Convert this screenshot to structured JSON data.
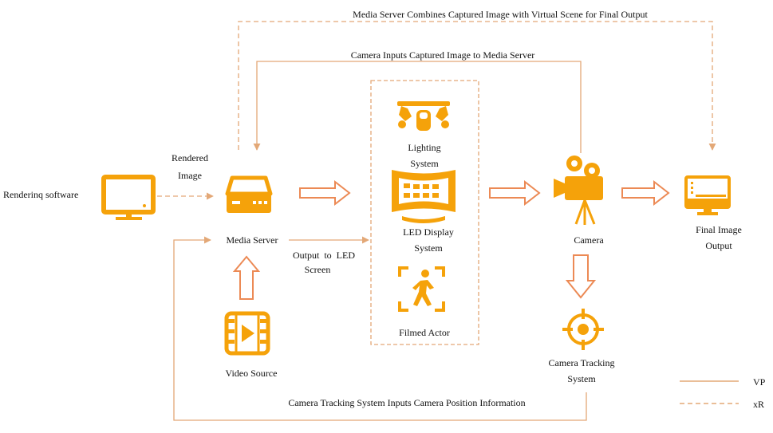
{
  "nodes": {
    "rendering_software": "Renderinq software",
    "rendered_image": [
      "Rendered",
      "Image"
    ],
    "media_server": "Media Server",
    "output_to_led": [
      "Output  to  LED",
      "Screen"
    ],
    "video_source": "Video Source",
    "lighting_system": [
      "Lighting",
      "System"
    ],
    "led_display_system": [
      "LED Display",
      "System"
    ],
    "filmed_actor": "Filmed Actor",
    "camera": "Camera",
    "camera_tracking_system": [
      "Camera Tracking",
      "System"
    ],
    "final_image_output": [
      "Final Image",
      "Output"
    ]
  },
  "flows": {
    "top_xr": "Media Server Combines Captured Image with Virtual Scene for Final Output",
    "camera_to_server": "Camera Inputs Captured Image to Media Server",
    "tracking_to_server": "Camera Tracking System Inputs Camera Position Information"
  },
  "legend": {
    "vp": "VP",
    "xr": "xR"
  },
  "colors": {
    "line": "#e3a877",
    "icon": "#f5a20a",
    "arrow_outline": "#ec8a55",
    "text": "#111111"
  }
}
